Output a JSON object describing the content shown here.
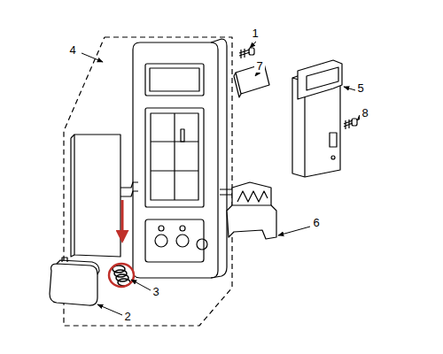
{
  "diagram": {
    "labels": [
      "1",
      "4",
      "7",
      "5",
      "8",
      "6",
      "3",
      "2"
    ]
  }
}
